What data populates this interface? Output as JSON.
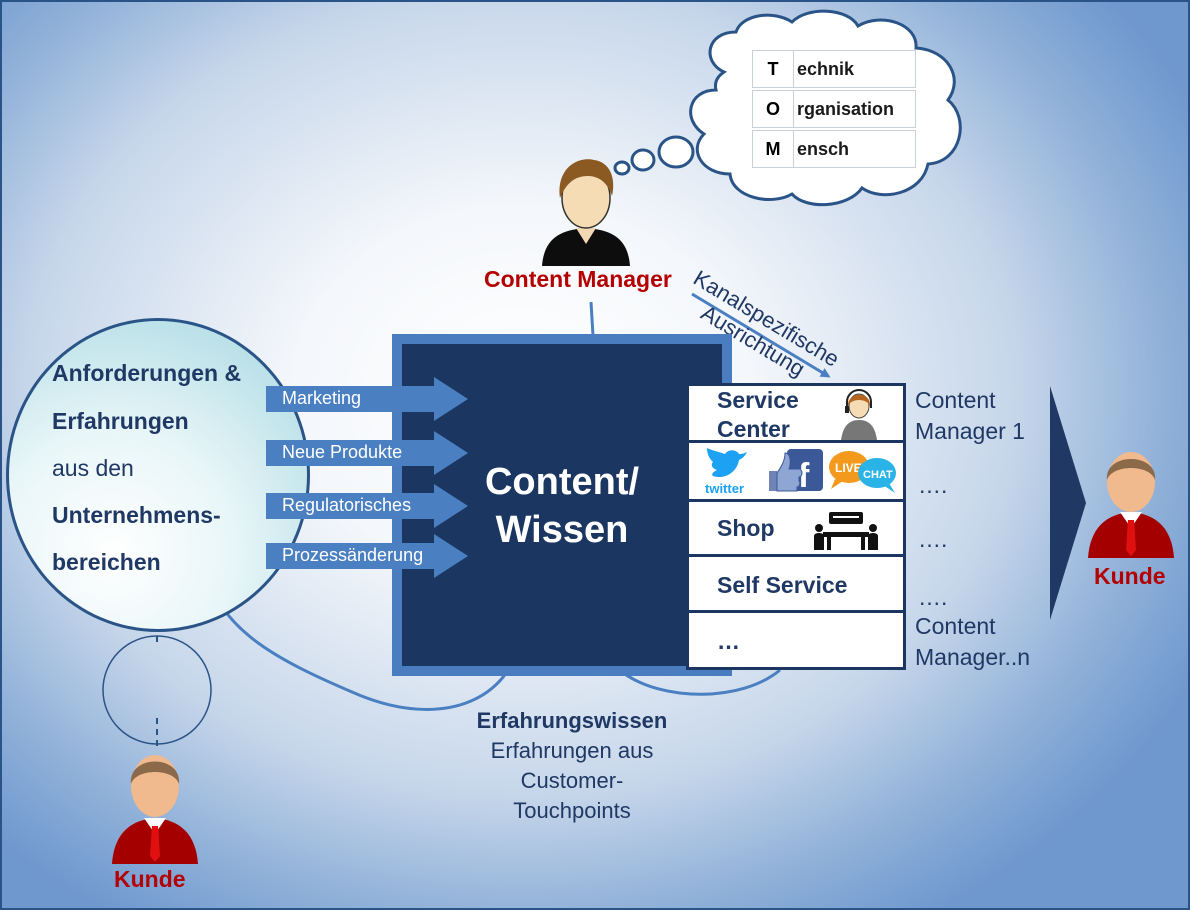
{
  "thought": {
    "rows": [
      {
        "letter": "T",
        "word": "echnik"
      },
      {
        "letter": "O",
        "word": "rganisation"
      },
      {
        "letter": "M",
        "word": "ensch"
      }
    ]
  },
  "manager": {
    "label": "Content Manager",
    "channel_arrow_label": "Kanalspezifische Ausrichtung"
  },
  "requirements": {
    "lines": [
      "Anforderungen &",
      "Erfahrungen",
      "aus den",
      "Unternehmens-",
      "bereichen"
    ]
  },
  "inputs": [
    "Marketing",
    "Neue Produkte",
    "Regulatorisches",
    "Prozessänderung"
  ],
  "center": {
    "title_line1": "Content/",
    "title_line2": "Wissen"
  },
  "channels": [
    {
      "label": "Service Center",
      "label_line1": "Service",
      "label_line2": "Center",
      "icon": "service-agent-icon"
    },
    {
      "label": "",
      "icons": [
        "twitter-icon",
        "facebook-like-icon",
        "live-chat-icon"
      ]
    },
    {
      "label": "Shop",
      "icon": "meeting-icon"
    },
    {
      "label": "Self Service"
    },
    {
      "label": "…"
    }
  ],
  "content_managers": {
    "first_line1": "Content",
    "first_line2": "Manager 1",
    "ellipsis": [
      "….",
      "….",
      "…."
    ],
    "last_line1": "Content",
    "last_line2": "Manager..n"
  },
  "customers": {
    "right": "Kunde",
    "bottom": "Kunde"
  },
  "experience": {
    "title": "Erfahrungswissen",
    "line1": "Erfahrungen aus",
    "line2": "Customer-",
    "line3": "Touchpoints"
  },
  "colors": {
    "dark_blue": "#1b3660",
    "mid_blue": "#4a80c2",
    "text_blue": "#1f3864",
    "red": "#b40000"
  }
}
